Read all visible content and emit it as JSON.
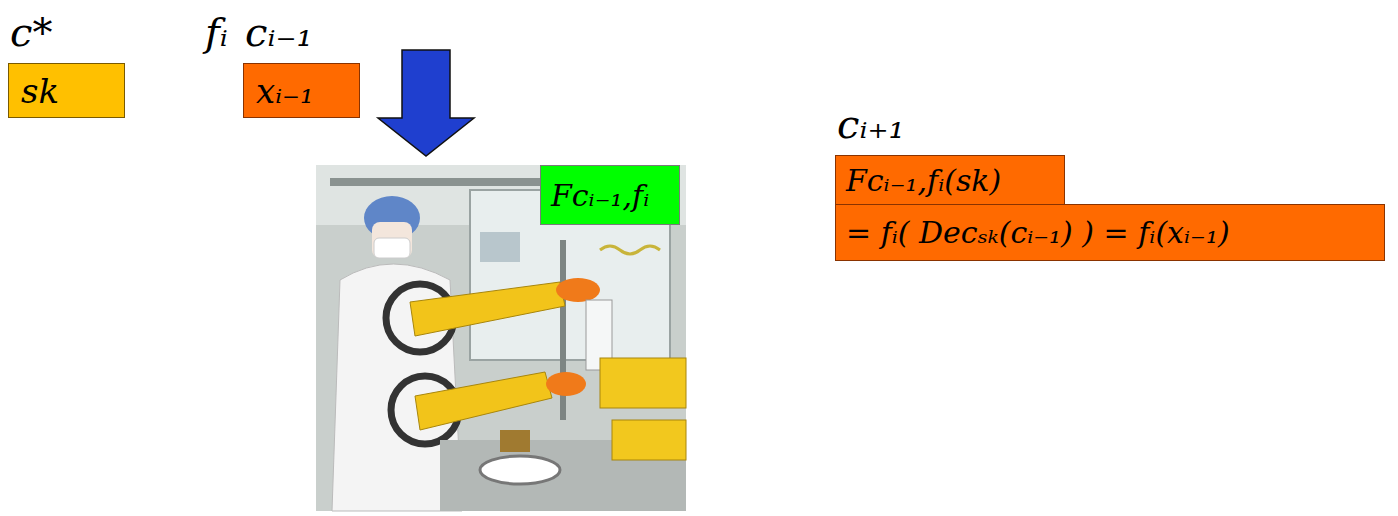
{
  "diagram": {
    "nodes": [
      {
        "text": [
          "c*",
          "sk"
        ]
      },
      {
        "text": [
          "cᵢ₋₁",
          "xᵢ₋₁"
        ]
      },
      {
        "text": [
          "Fcᵢ₋₁,fᵢ"
        ]
      },
      {
        "text": [
          "cᵢ₊₁",
          "Fcᵢ₋₁,fᵢ(sk)"
        ]
      },
      {
        "text": [
          "= fᵢ( Decₛₖ(cᵢ₋₁) ) = fᵢ(xᵢ₋₁)"
        ]
      }
    ],
    "labels": [
      "fᵢ"
    ]
  }
}
